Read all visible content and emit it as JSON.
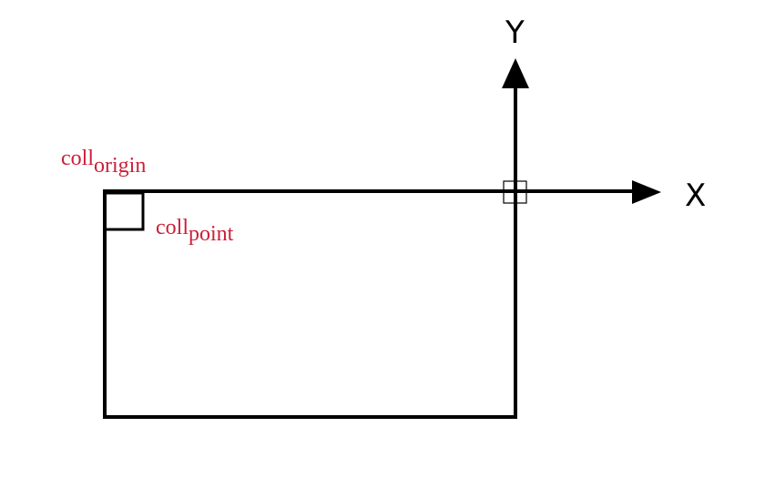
{
  "axes": {
    "y_label": "Y",
    "x_label": "X"
  },
  "labels": {
    "coll_origin": {
      "main": "coll",
      "sub": "origin"
    },
    "coll_point": {
      "main": "coll",
      "sub": "point"
    }
  },
  "colors": {
    "stroke": "#000000",
    "label": "#cc1f3a",
    "background": "#ffffff"
  }
}
